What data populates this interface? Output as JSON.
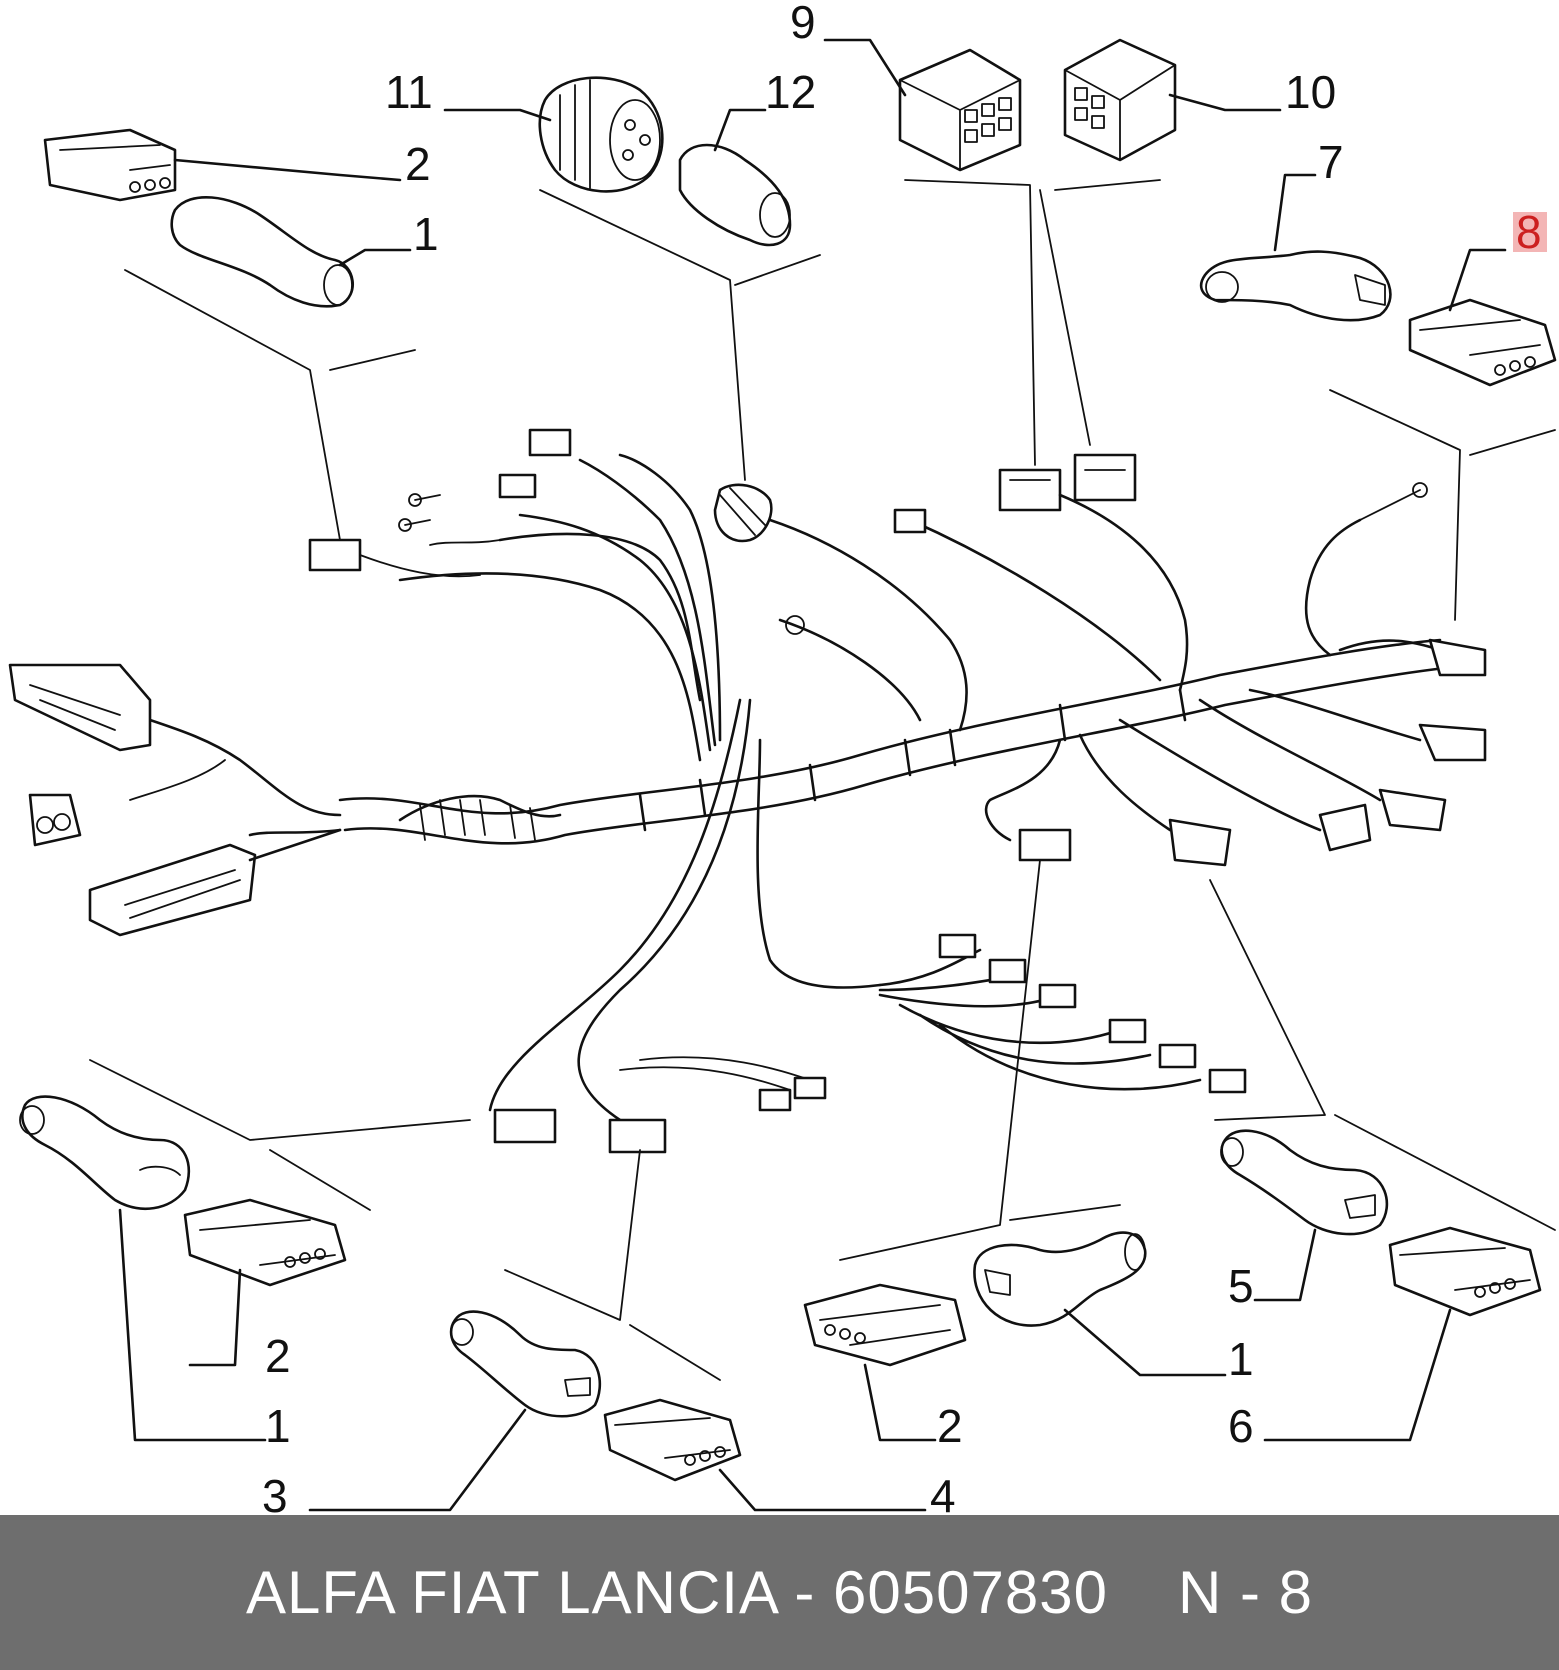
{
  "diagram": {
    "callouts": [
      {
        "id": "c9",
        "text": "9"
      },
      {
        "id": "c11",
        "text": "11"
      },
      {
        "id": "c12",
        "text": "12"
      },
      {
        "id": "c10",
        "text": "10"
      },
      {
        "id": "c2a",
        "text": "2"
      },
      {
        "id": "c1a",
        "text": "1"
      },
      {
        "id": "c7",
        "text": "7"
      },
      {
        "id": "c8",
        "text": "8"
      },
      {
        "id": "c2b",
        "text": "2"
      },
      {
        "id": "c1b",
        "text": "1"
      },
      {
        "id": "c3",
        "text": "3"
      },
      {
        "id": "c4",
        "text": "4"
      },
      {
        "id": "c2c",
        "text": "2"
      },
      {
        "id": "c1c",
        "text": "1"
      },
      {
        "id": "c5",
        "text": "5"
      },
      {
        "id": "c6",
        "text": "6"
      }
    ],
    "highlight_color": "#cc1f1f",
    "highlight_fill": "#f3b5b5"
  },
  "footer": {
    "brand_text": "ALFA FIAT LANCIA - 60507830",
    "ref_text": "N - 8",
    "background_color": "#6e6e6e"
  }
}
